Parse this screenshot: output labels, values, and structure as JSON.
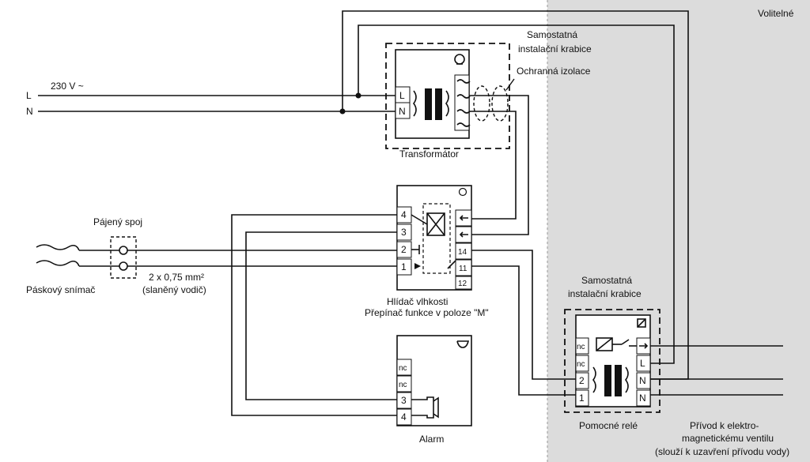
{
  "labels": {
    "optional": "Volitelné",
    "line_L": "L",
    "line_N": "N",
    "voltage": "230 V ~",
    "sep_box_1_line1": "Samostatná",
    "sep_box_1_line2": "instalační krabice",
    "protective_insulation": "Ochranná izolace",
    "transformer": "Transformátor",
    "solder_joint": "Pájený spoj",
    "tape_sensor": "Páskový snímač",
    "cable_line1": "2 x 0,75 mm²",
    "cable_line2": "(slaněný vodič)",
    "monitor_line1": "Hlídač vlhkosti",
    "monitor_line2": "Přepínač funkce v poloze \"M\"",
    "alarm": "Alarm",
    "sep_box_2_line1": "Samostatná",
    "sep_box_2_line2": "instalační krabice",
    "aux_relay": "Pomocné relé",
    "supply_line1": "Přívod k elektro-",
    "supply_line2": "magnetickému ventilu",
    "supply_line3": "(slouží k uzavření přívodu vody)"
  },
  "terminals": {
    "transformer_L": "L",
    "transformer_N": "N",
    "monitor_4": "4",
    "monitor_3": "3",
    "monitor_2": "2",
    "monitor_1": "1",
    "monitor_14": "14",
    "monitor_11": "11",
    "monitor_12": "12",
    "alarm_nc1": "nc",
    "alarm_nc2": "nc",
    "alarm_3": "3",
    "alarm_4": "4",
    "relay_nc1": "nc",
    "relay_nc2": "nc",
    "relay_2": "2",
    "relay_1": "1",
    "relay_L": "L",
    "relay_N1": "N",
    "relay_N2": "N"
  },
  "colors": {
    "optional_zone": "#dcdcdc",
    "ink": "#111111"
  }
}
